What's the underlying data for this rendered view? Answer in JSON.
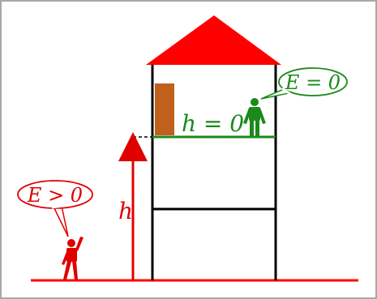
{
  "colors": {
    "ground": "#ff0000",
    "roof": "#ff0000",
    "walls": "#000000",
    "floor_highlight": "#1a8a1a",
    "door": "#c0601c",
    "person_ground": "#e00000",
    "person_top": "#1a8a1a",
    "frame_border": "#a8a8a8"
  },
  "labels": {
    "energy_ground": "E > 0",
    "energy_top": "E = 0",
    "height_top": "h = 0",
    "height_arrow": "h"
  },
  "icons": {
    "person_ground": "person-waving-icon",
    "person_top": "person-standing-icon"
  }
}
